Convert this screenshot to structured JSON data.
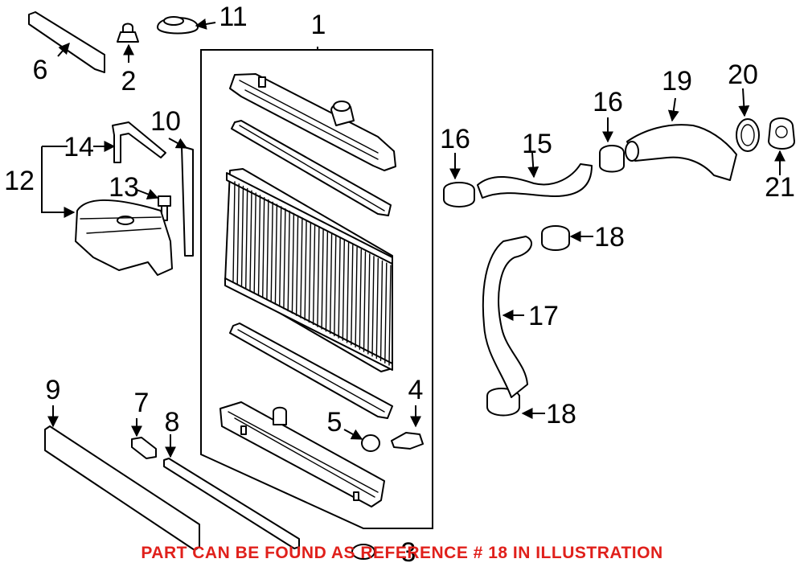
{
  "callouts": {
    "c1": "1",
    "c2": "2",
    "c3": "3",
    "c4": "4",
    "c5": "5",
    "c6": "6",
    "c7": "7",
    "c8": "8",
    "c9": "9",
    "c10": "10",
    "c11": "11",
    "c12": "12",
    "c13": "13",
    "c14": "14",
    "c15": "15",
    "c16a": "16",
    "c16b": "16",
    "c17": "17",
    "c18a": "18",
    "c18b": "18",
    "c19": "19",
    "c20": "20",
    "c21": "21"
  },
  "note": {
    "text": "PART CAN BE FOUND AS REFERENCE # 18 IN ILLUSTRATION",
    "color": "#e0201b"
  }
}
